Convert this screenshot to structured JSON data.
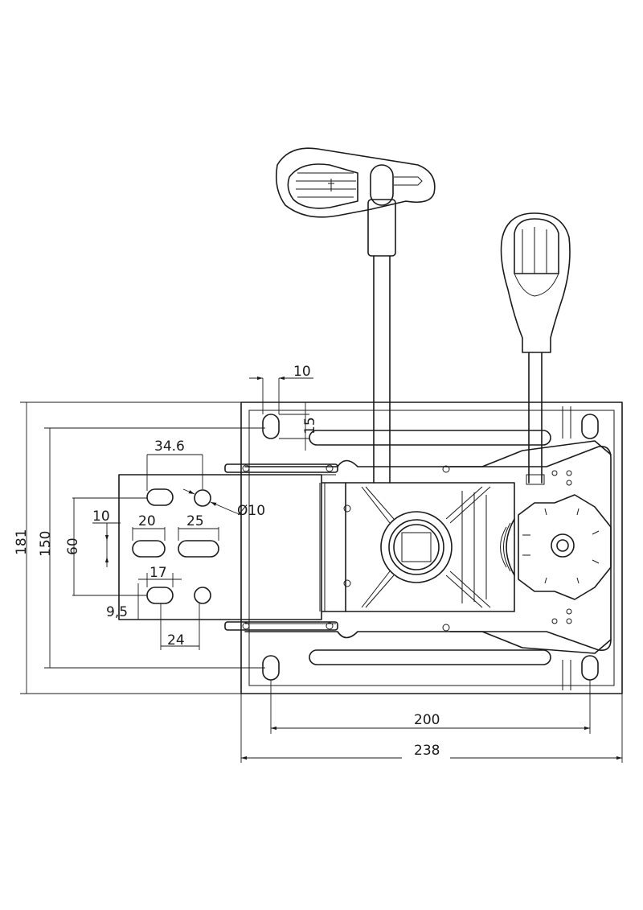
{
  "dimensions": {
    "d10_top": "10",
    "d15": "15",
    "d34_6": "34.6",
    "d_phi10": "Ø10",
    "d10_left": "10",
    "d20": "20",
    "d25": "25",
    "d60": "60",
    "d17": "17",
    "d9_5": "9,5",
    "d24": "24",
    "d181": "181",
    "d150": "150",
    "d200": "200",
    "d238": "238"
  }
}
